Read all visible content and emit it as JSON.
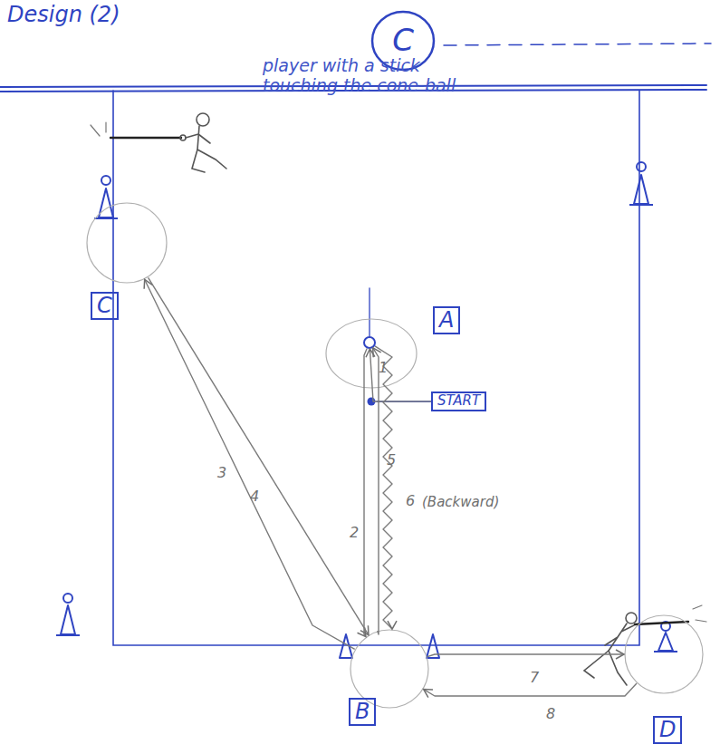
{
  "diagram": {
    "title": "Design (2)",
    "nodes": [
      {
        "text": [
          "C"
        ]
      },
      {
        "text": [
          "C"
        ]
      },
      {
        "text": [
          "A"
        ]
      },
      {
        "text": [
          "START"
        ]
      },
      {
        "text": [
          "B"
        ]
      },
      {
        "text": [
          "D"
        ]
      }
    ],
    "edges": [
      {
        "from": 3,
        "to": 2,
        "arrow": "to",
        "label": "1"
      },
      {
        "from": 2,
        "to": 4,
        "arrow": "to",
        "label": "2"
      },
      {
        "from": 4,
        "to": 1,
        "arrow": "to",
        "label": "3"
      },
      {
        "from": 1,
        "to": 4,
        "arrow": "to",
        "label": "4"
      },
      {
        "from": 4,
        "to": 2,
        "arrow": "to",
        "label": "5"
      },
      {
        "from": 2,
        "to": 4,
        "arrow": "to",
        "label": "6"
      },
      {
        "from": 4,
        "to": 5,
        "arrow": "to",
        "label": "7"
      },
      {
        "from": 5,
        "to": 4,
        "arrow": "to",
        "label": "8"
      }
    ],
    "labels": [
      "player with a stick touching the cone-ball",
      "(Backward)"
    ]
  }
}
